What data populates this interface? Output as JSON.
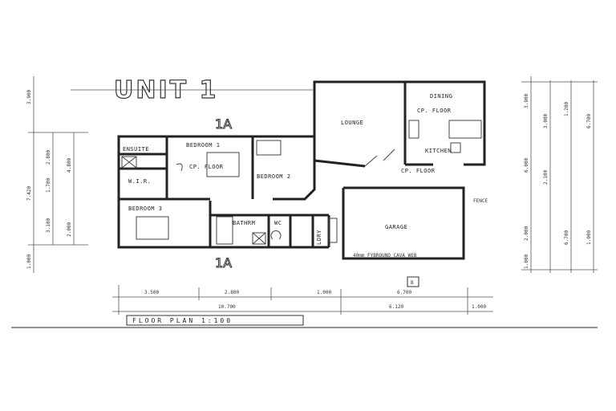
{
  "title": "UNIT 1",
  "section_marks": {
    "top": "1A",
    "bottom": "1A",
    "side": "B"
  },
  "rooms": {
    "ensuite": "ENSUITE",
    "wir": "W.I.R.",
    "bedroom1": "BEDROOM 1",
    "bedroom1_floor": "CP. FLOOR",
    "bedroom2": "BEDROOM 2",
    "bedroom3": "BEDROOM 3",
    "bathroom": "BATHRM",
    "wc": "WC",
    "laundry": "LDRY",
    "lounge": "LOUNGE",
    "dining": "DINING",
    "dining_floor": "CP. FLOOR",
    "kitchen": "KITCHEN",
    "hall_floor": "CP. FLOOR",
    "garage": "GARAGE",
    "garage_note": "40mm FYBROUND CAVA WEB",
    "side_note": "FENCE"
  },
  "plan_label": "FLOOR PLAN 1:100",
  "dimensions": {
    "left": [
      "3.900",
      "7.420",
      "2.800",
      "1.700",
      "3.100",
      "4.800",
      "2.000",
      "1.000"
    ],
    "bottom": [
      "3.500",
      "2.800",
      "1.000",
      "6.700",
      "10.700",
      "6.120",
      "1.000"
    ],
    "right": [
      "3.900",
      "6.000",
      "3.000",
      "2.100",
      "1.200",
      "6.700",
      "2.000",
      "1.000",
      "6.700",
      "1.000"
    ]
  },
  "colors": {
    "ink": "#222222",
    "paper": "#ffffff"
  }
}
